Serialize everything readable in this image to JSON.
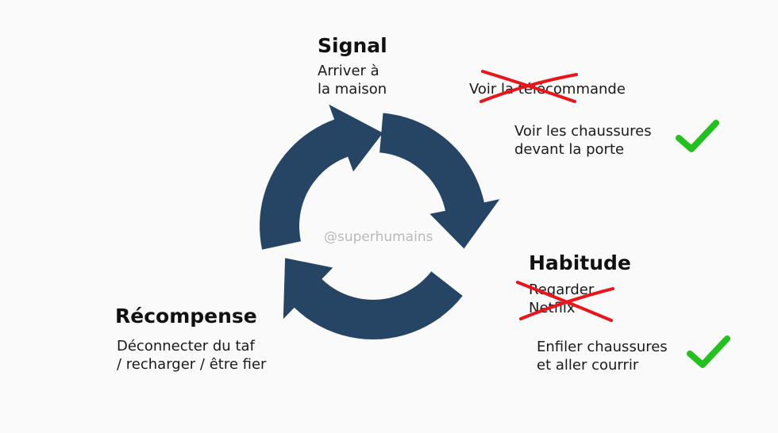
{
  "colors": {
    "arrow": "#264565",
    "cross": "#e8151b",
    "check": "#22c11e",
    "background": "#fafafa"
  },
  "watermark": "@superhumains",
  "signal": {
    "title": "Signal",
    "text": "Arriver à\nla maison",
    "rejected": "Voir la télécommande",
    "accepted": "Voir les chaussures\ndevant la porte"
  },
  "habit": {
    "title": "Habitude",
    "rejected": "Regarder\nNetflix",
    "accepted": "Enfiler chaussures\net aller courrir"
  },
  "reward": {
    "title": "Récompense",
    "text": "Déconnecter du taf\n/ recharger / être fier"
  },
  "icons": {
    "cycle": "cycle-arrows",
    "rejected": "cross-mark-icon",
    "accepted": "check-mark-icon"
  }
}
